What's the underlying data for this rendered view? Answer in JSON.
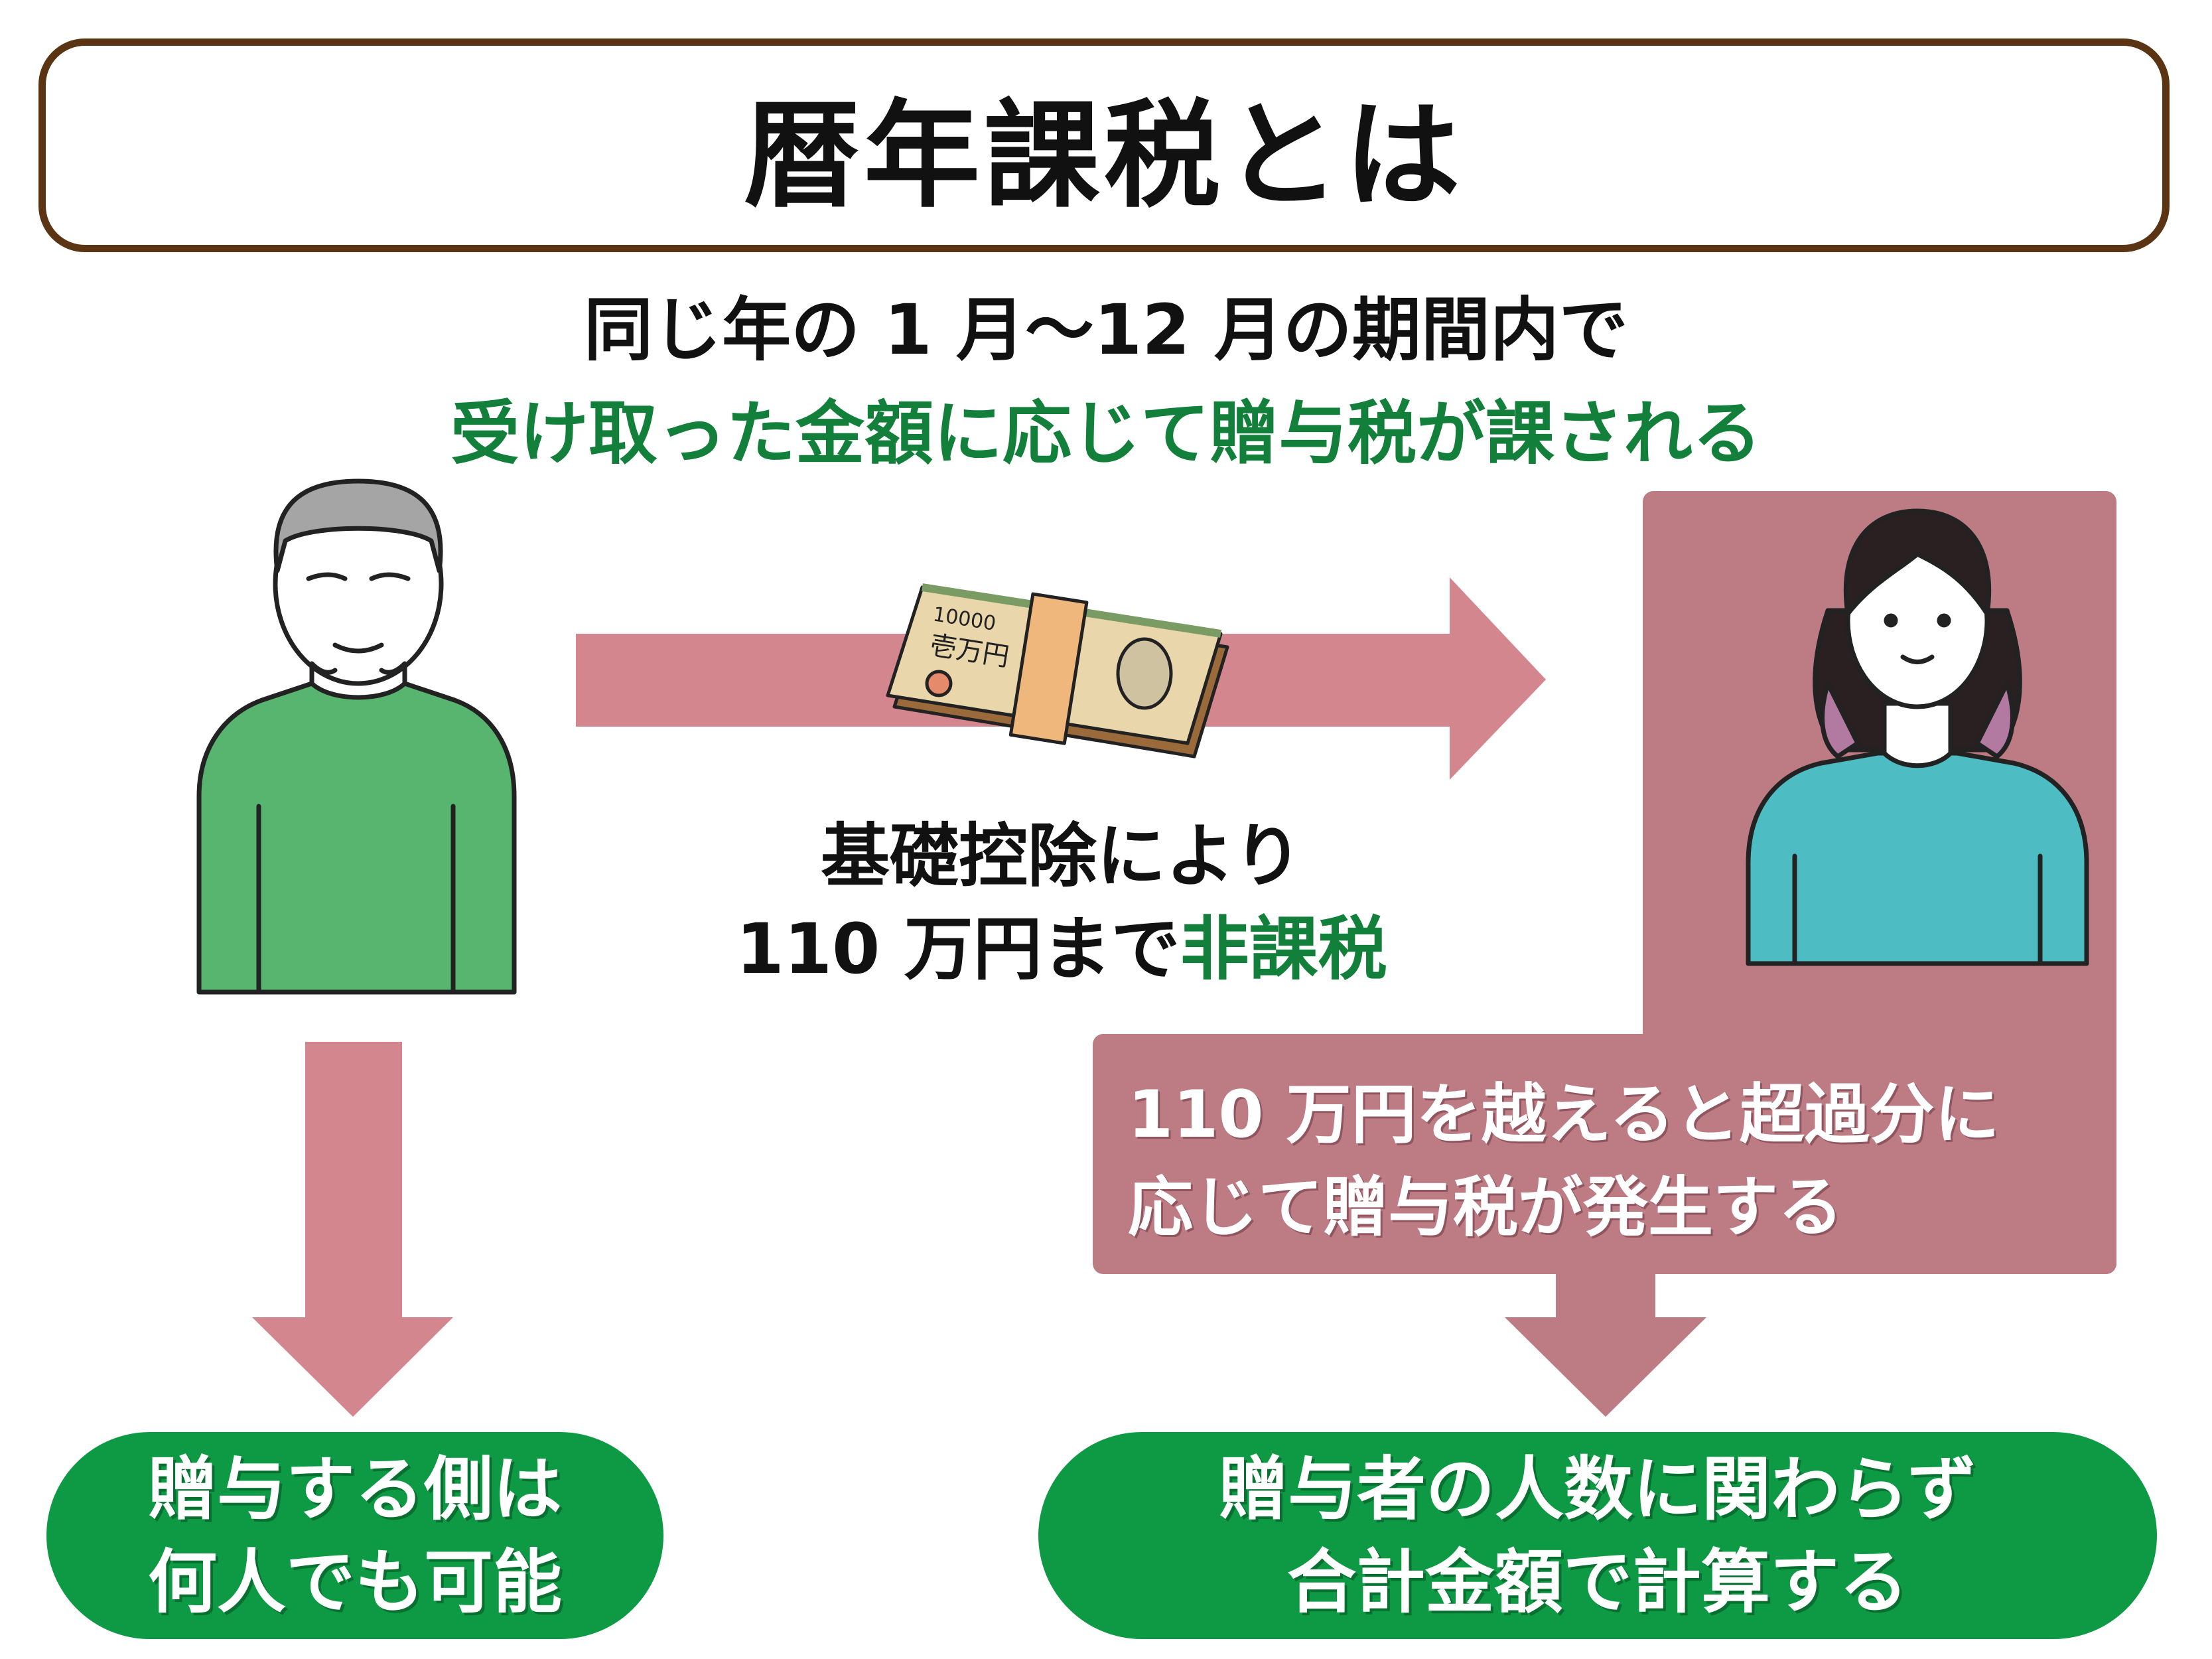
{
  "title": "暦年課税とは",
  "subtitle": {
    "line1": "同じ年の 1 月～12 月の期間内で",
    "line2": "受け取った金額に応じて贈与税が課される"
  },
  "middle": {
    "line1": "基礎控除により",
    "line2_prefix": "110 万円まで",
    "line2_highlight": "非課税"
  },
  "banknote": {
    "denomination": "10000",
    "label": "壱万円"
  },
  "right_note": {
    "line1": "110 万円を越えると超過分に",
    "line2": "応じて贈与税が発生する"
  },
  "bottom_left": {
    "line1": "贈与する側は",
    "line2": "何人でも可能"
  },
  "bottom_right": {
    "line1": "贈与者の人数に関わらず",
    "line2": "合計金額で計算する"
  },
  "icons": [
    "elderly-man-icon",
    "young-woman-icon",
    "cash-bundle-icon"
  ],
  "colors": {
    "title_border": "#5a3413",
    "green_text": "#12803a",
    "arrow": "#d4868f",
    "panel": "#bd7b84",
    "pill": "#0e9a45",
    "man_shirt": "#58b56f",
    "woman_shirt": "#4dbcc3"
  }
}
